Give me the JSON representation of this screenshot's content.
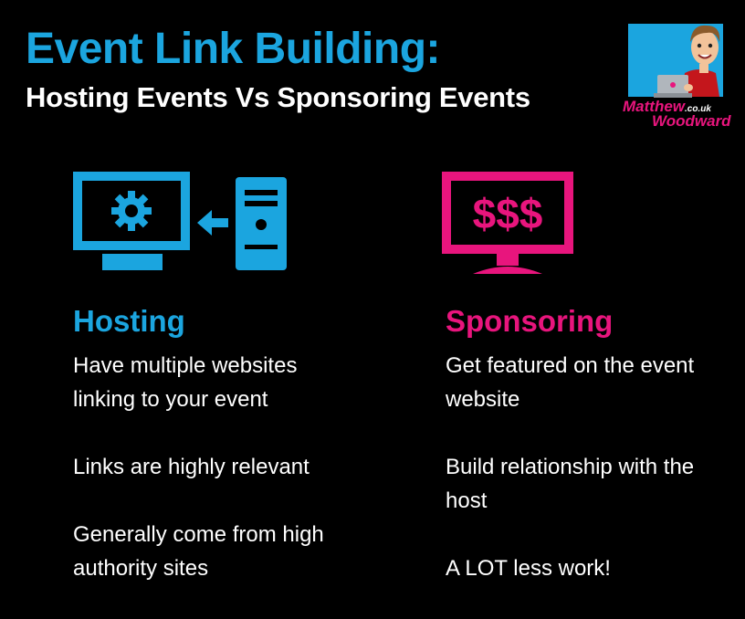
{
  "header": {
    "title": "Event Link Building:",
    "subtitle": "Hosting Events Vs Sponsoring Events"
  },
  "logo": {
    "line1": "Matthew",
    "tld": ".co.uk",
    "line2": "Woodward",
    "icon": "cartoon-man-laptop-icon"
  },
  "colors": {
    "background": "#000000",
    "blue": "#1BA5DF",
    "pink": "#E8157D",
    "text": "#FFFFFF"
  },
  "hosting": {
    "icon": "monitor-gear-server-icon",
    "heading": "Hosting",
    "points": [
      "Have multiple websites linking to your event",
      "Links are highly relevant",
      "Generally come from high authority sites"
    ]
  },
  "sponsoring": {
    "icon": "monitor-dollar-icon",
    "heading": "Sponsoring",
    "monitor_text": "$$$",
    "points": [
      "Get featured on the event website",
      "Build relationship with the host",
      "A LOT less work!"
    ]
  }
}
